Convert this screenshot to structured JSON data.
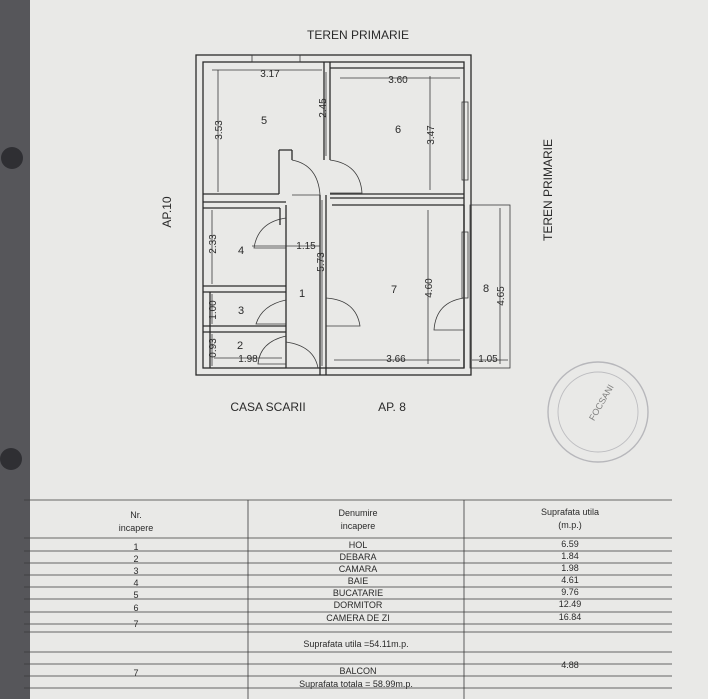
{
  "plan": {
    "top_label": "TEREN PRIMARIE",
    "right_label": "TEREN PRIMARIE",
    "left_label": "AP.10",
    "bottom_left_label": "CASA SCARII",
    "bottom_right_label": "AP. 8",
    "room_numbers": [
      "1",
      "2",
      "3",
      "4",
      "5",
      "6",
      "7",
      "8"
    ],
    "dimensions": {
      "d317": "3.17",
      "d360": "3.60",
      "d353": "3.53",
      "d245": "2.45",
      "d347": "3.47",
      "d233": "2.33",
      "d115": "1.15",
      "d573": "5.73",
      "d460": "4.60",
      "d465": "4.65",
      "d100": "1.00",
      "d093": "0.93",
      "d198": "1.98",
      "d366": "3.66",
      "d105": "1.05"
    }
  },
  "stamp": {
    "text": "FOCSANI"
  },
  "table": {
    "headers": {
      "nr_line1": "Nr.",
      "nr_line2": "incapere",
      "name_line1": "Denumire",
      "name_line2": "incapere",
      "area_line1": "Suprafata utila",
      "area_line2": "(m.p.)"
    },
    "rows": [
      {
        "nr": "1",
        "name": "HOL",
        "area": "6.59"
      },
      {
        "nr": "2",
        "name": "DEBARA",
        "area": "1.84"
      },
      {
        "nr": "3",
        "name": "CAMARA",
        "area": "1.98"
      },
      {
        "nr": "4",
        "name": "BAIE",
        "area": "4.61"
      },
      {
        "nr": "5",
        "name": "BUCATARIE",
        "area": "9.76"
      },
      {
        "nr": "6",
        "name": "DORMITOR",
        "area": "12.49"
      },
      {
        "nr": "7",
        "name": "CAMERA DE ZI",
        "area": "16.84"
      }
    ],
    "subtotal": "Suprafata utila =54.11m.p.",
    "balcony": {
      "nr": "7",
      "name": "BALCON",
      "area": "4.88"
    },
    "total": "Suprafata totala = 58.99m.p."
  }
}
